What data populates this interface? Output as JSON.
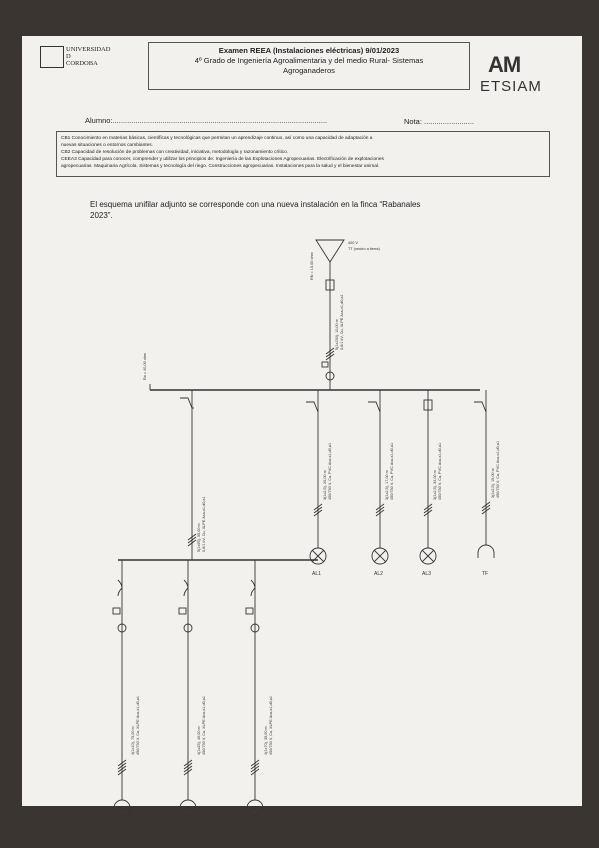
{
  "header": {
    "university_lines": [
      "UNIVERSIDAD",
      "D",
      "CORDOBA"
    ],
    "exam_title": "Examen REEA (Instalaciones eléctricas) 9/01/2023",
    "subtitle_1": "4º Grado de Ingeniería Agroalimentaria y del medio Rural- Sistemas",
    "subtitle_2": "Agroganaderos",
    "logo_mark": "AM",
    "logo_text": "ETSIAM"
  },
  "form": {
    "alumno": "Alumno:.......................................................................................................",
    "nota": "Nota: ........................"
  },
  "competences": [
    "CB1 Conocimiento en materias básicas, científicas y tecnológicas que permitan un aprendizaje continuo, así como una capacidad de adaptación a",
    "nuevas situaciones o entornos cambiantes.",
    "CB2 Capacidad de resolución de problemas con creatividad, iniciativa, metodología y razonamiento crítico.",
    "CEEA3 Capacidad para conocer, comprender y utilizar los principios de: Ingeniería de las Explotaciones Agropecuarias. Electrificación de explotaciones",
    "agropecuarias. Maquinaria Agrícola. Sistemas y tecnología del riego. Construcciones agropecuarias. Instalaciones para la salud y el bienestar animal."
  ],
  "statement": {
    "line1": "El esquema unifilar adjunto se corresponde con una nueva instalación en la finca “Rabanales",
    "line2": "2023”."
  },
  "diagram": {
    "supply_voltage": "400 V",
    "supply_system": "TT (neutro a tierra)",
    "rn_label": "RN = 10,00 ohm",
    "main_cable": [
      "5(1x150), 10,00 m",
      "0,6/1 kV, Cu, XLPE Aca-s1,d0,a1"
    ],
    "earth_label": "Ra = 40,00 ohm",
    "sub_cable": [
      "5(1x95), 55,00 m",
      "0,6/1 kV, Cu, XLPE Aca-s1,d0,a1"
    ],
    "circuits": [
      {
        "name": "AL1",
        "cable": [
          "3(1x2,5), 20,00 m",
          "450/750 V, Cu, PVC Aca-s1,d0,a1"
        ]
      },
      {
        "name": "AL2",
        "cable": [
          "3(1x2,5), 17,00 m",
          "450/750 V, Cu, PVC Aca-s1,d0,a1"
        ]
      },
      {
        "name": "AL3",
        "cable": [
          "3(1x2,5), 34,00 m",
          "450/750 V, Cu, PVC Aca-s1,d0,a1"
        ]
      },
      {
        "name": "TF",
        "cable": [
          "3(1x2,5), 15,00 m",
          "450/750 V, Cu, PVC Aca-s1,d0,a1"
        ]
      }
    ],
    "motors": [
      [
        "4(1x10), 75,00 m",
        "450/750 V, Cu, XLPE Aca-s1,d0,a1"
      ],
      [
        "4(1x25), 40,00 m",
        "450/750 V, Cu, XLPE Aca-s1,d0,a1"
      ],
      [
        "4(1x70), 35,00 m",
        "450/750 V, Cu, XLPE Aca-s1,d0,a1"
      ]
    ],
    "motor_symbol": "M"
  }
}
